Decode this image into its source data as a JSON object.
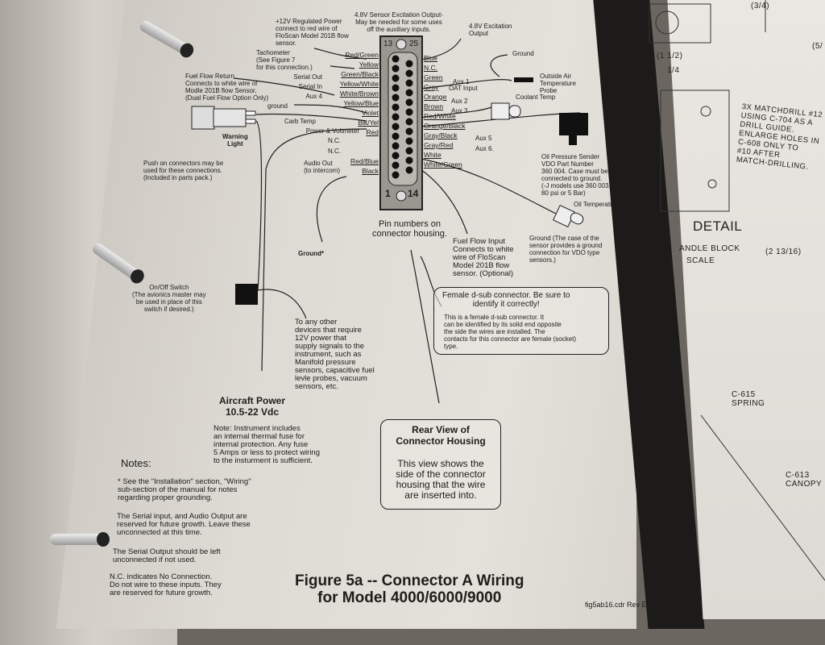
{
  "connector": {
    "pin_top_left": "13",
    "pin_top_right": "25",
    "pin_bottom_left": "1",
    "pin_bottom_right": "14",
    "left_wires": [
      "Red/Green",
      "Yellow",
      "Green/Black",
      "Yellow/White",
      "White/Brown",
      "Yellow/Blue",
      "Violet",
      "Blk/Yel",
      "Red",
      "",
      "",
      "Red/Blue",
      "Black"
    ],
    "right_wires": [
      "Blue",
      "N.C.",
      "Green",
      "Gray",
      "Orange",
      "Brown",
      "Red/White",
      "Orange/Black",
      "Gray/Black",
      "Gray/Red",
      "White",
      "White/Green"
    ],
    "left_functions": {
      "serial_out": "Serial Out",
      "serial_in": "Serial In",
      "aux4": "Aux 4",
      "ground": "ground",
      "carb_temp": "Carb Temp",
      "power": "Power & Voltmeter",
      "nc1": "N.C.",
      "nc2": "N.C.",
      "audio_out": "Audio Out\n(to intercom)"
    },
    "right_functions": {
      "aux1": "Aux 1",
      "oat": "OAT Input",
      "aux2": "Aux 2",
      "aux3": "Aux 3",
      "aux5": "Aux 5",
      "aux6": "Aux 6."
    }
  },
  "callouts": {
    "sensor_exc": "4.8V Sensor Excitation Output-\nMay be needed for some uses\noff the auxiliary inputs.",
    "exc_output": "4.8V Excitation\nOutput",
    "regulated": "+12V Regulated Power\nconnect to red wire of\nFloScan Model 201B flow\nsensor.",
    "tach": "Tachometer\n(See Figure 7\nfor this connection.)",
    "fuel_return": "Fuel Flow Return\nConnects to white wire of\nModle 201B flow Sensor,\n(Dual Fuel Flow Option Only)",
    "warning_light": "Warning\nLight",
    "push_on": "Push on connectors may be\nused for these connections.\n(Included in parts pack.)",
    "ground_top": "Ground",
    "oat_probe": "Outside Air\nTemperature\nProbe",
    "coolant": "Coolant Temp",
    "oil_pressure": "Oil Pressure Sender\nVDO Part Number\n360 004. Case must be\nconnected to ground.\n(-J models use 360 003,\n80 psi or 5 Bar)",
    "oil_temp": "Oil Temperature",
    "ground_case": "Ground  (The case of the\nsensor provides a ground\nconnection for VDO type\nsensors.)",
    "pin_numbers": "Pin numbers on\nconnector housing.",
    "fuel_input": "Fuel Flow Input\nConnects to white\nwire of FloScan\nModel 201B flow\nsensor. (Optional)",
    "ground_star": "Ground*",
    "switch": "On/Off  Switch\n(The avionics master may\nbe used in place of this\nswitch if desired.)",
    "other_devices": "To any other\ndevices that require\n12V power that\nsupply signals to the\ninstrument, such as\nManifold pressure\nsensors, capacitive fuel\nlevle probes, vacuum\nsensors, etc.",
    "aircraft_power": "Aircraft Power\n10.5-22 Vdc",
    "fuse_note": "Note: Instrument includes\nan internal thermal fuse for\ninternal protection.  Any fuse\n5 Amps or less to protect wiring\nto the insturment is sufficient."
  },
  "female_box": {
    "title": "Female d-sub connector. Be sure to\nidentify it correctly!",
    "body": "This is a female d-sub connector. It\ncan be identified by its solid end opposite\nthe side the wires are installed. The\ncontacts for this connector are female (socket)\ntype."
  },
  "rear_box": {
    "title": "Rear View of\nConnector Housing",
    "body": "This view shows the\nside of the connector\nhousing that the wire\nare inserted into."
  },
  "notes": {
    "heading": "Notes:",
    "items": [
      "* See the \"Installation\" section, \"Wiring\"\nsub-section of the manual for notes\nregarding proper grounding.",
      "The  Serial input, and Audio Output are\nreserved for future growth. Leave these\nunconnected at this time.",
      "The Serial Output should be left\nunconnected if not used.",
      "N.C. indicates No Connection.\nDo not wire to these inputs. They\nare reserved for future growth."
    ]
  },
  "figure": {
    "title": "Figure 5a -- Connector A Wiring\nfor Model 4000/6000/9000",
    "file": "fig5ab16.cdr Rev E"
  },
  "drawing": {
    "dim1": "(3/4)",
    "dim2": "(5/",
    "dim3": "(1 1/2)",
    "dim4": "1/4",
    "matchdrill": "3X MATCHDRILL #12\nUSING C-704 AS A\nDRILL GUIDE.\nENLARGE HOLES IN\nC-608 ONLY TO\n#10 AFTER\nMATCH-DRILLING.",
    "detail": "DETAIL",
    "handle": "ANDLE BLOCK",
    "scale": "SCALE",
    "dim5": "(2 13/16)",
    "spring": "C-615\nSPRING",
    "canopy": "C-613\nCANOPY"
  }
}
